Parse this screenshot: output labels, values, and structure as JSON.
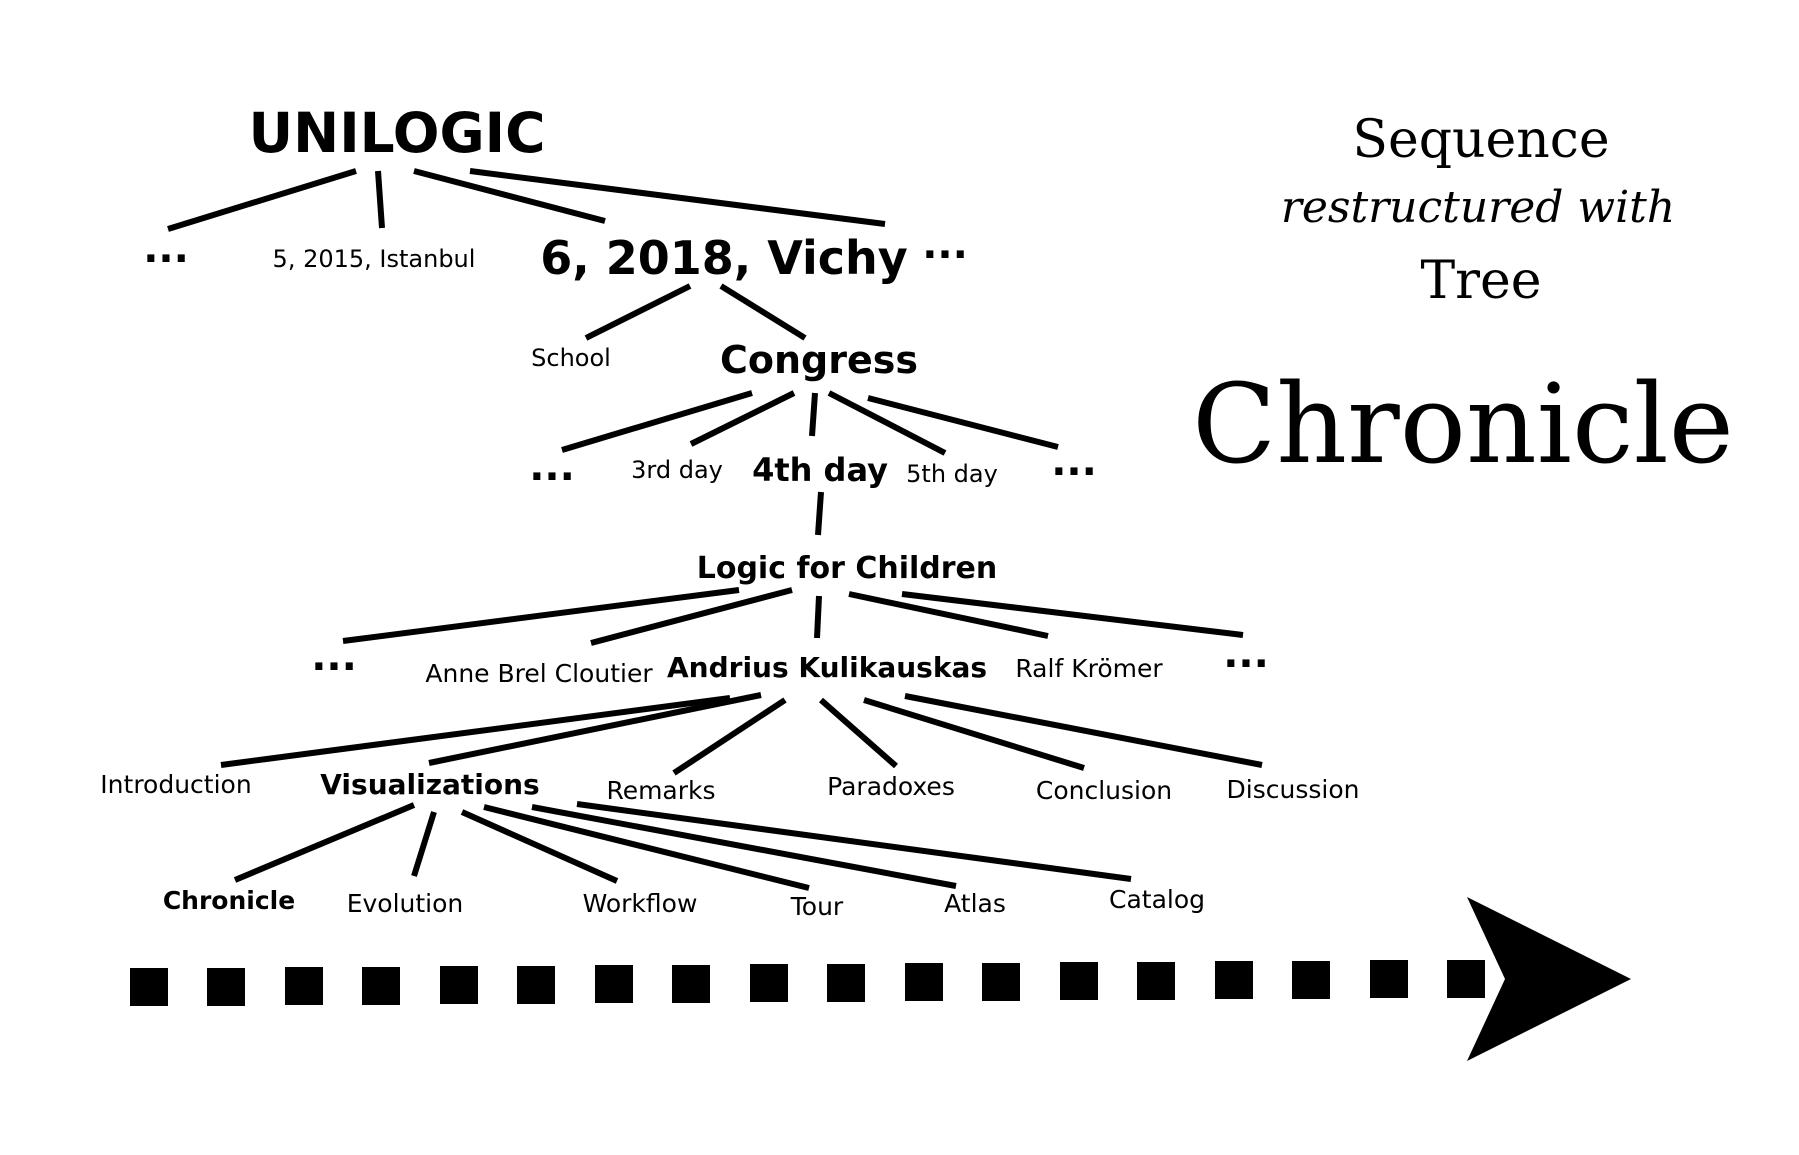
{
  "title_block": {
    "line1": "Sequence",
    "line2": "restructured with",
    "line3": "Tree",
    "line4": "Chronicle"
  },
  "tree": {
    "root": "UNILOGIC",
    "level1": {
      "ellipsis_left": "...",
      "prev": "5, 2015, Istanbul",
      "current": "6, 2018, Vichy",
      "ellipsis_right": "..."
    },
    "level2": {
      "school": "School",
      "congress": "Congress"
    },
    "level3": {
      "ellipsis_left": "...",
      "day3": "3rd day",
      "day4": "4th day",
      "day5": "5th day",
      "ellipsis_right": "..."
    },
    "level4": {
      "session": "Logic for Children"
    },
    "level5": {
      "ellipsis_left": "...",
      "speaker1": "Anne Brel Cloutier",
      "speaker2": "Andrius Kulikauskas",
      "speaker3": "Ralf Krömer",
      "ellipsis_right": "..."
    },
    "level6": {
      "introduction": "Introduction",
      "visualizations": "Visualizations",
      "remarks": "Remarks",
      "paradoxes": "Paradoxes",
      "conclusion": "Conclusion",
      "discussion": "Discussion"
    },
    "level7": {
      "chronicle": "Chronicle",
      "evolution": "Evolution",
      "workflow": "Workflow",
      "tour": "Tour",
      "atlas": "Atlas",
      "catalog": "Catalog"
    }
  }
}
